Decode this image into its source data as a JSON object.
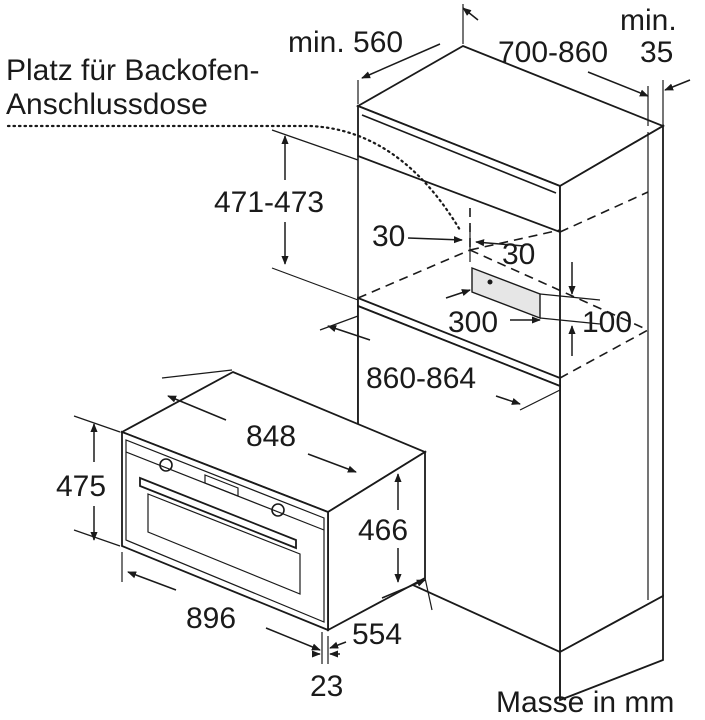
{
  "diagram": {
    "callout_line1": "Platz für Backofen-",
    "callout_line2": "Anschlussdose",
    "dimensions": {
      "min_560": "min. 560",
      "depth_700_860": "700-860",
      "min_label": "min.",
      "min_35": "35",
      "height_471_473": "471-473",
      "gap_30_left": "30",
      "gap_30_right": "30",
      "socket_300": "300",
      "socket_100": "100",
      "width_860_864": "860-864",
      "oven_848": "848",
      "oven_475": "475",
      "oven_466": "466",
      "oven_896": "896",
      "oven_554": "554",
      "oven_23": "23"
    },
    "unit_note": "Masse in mm"
  }
}
